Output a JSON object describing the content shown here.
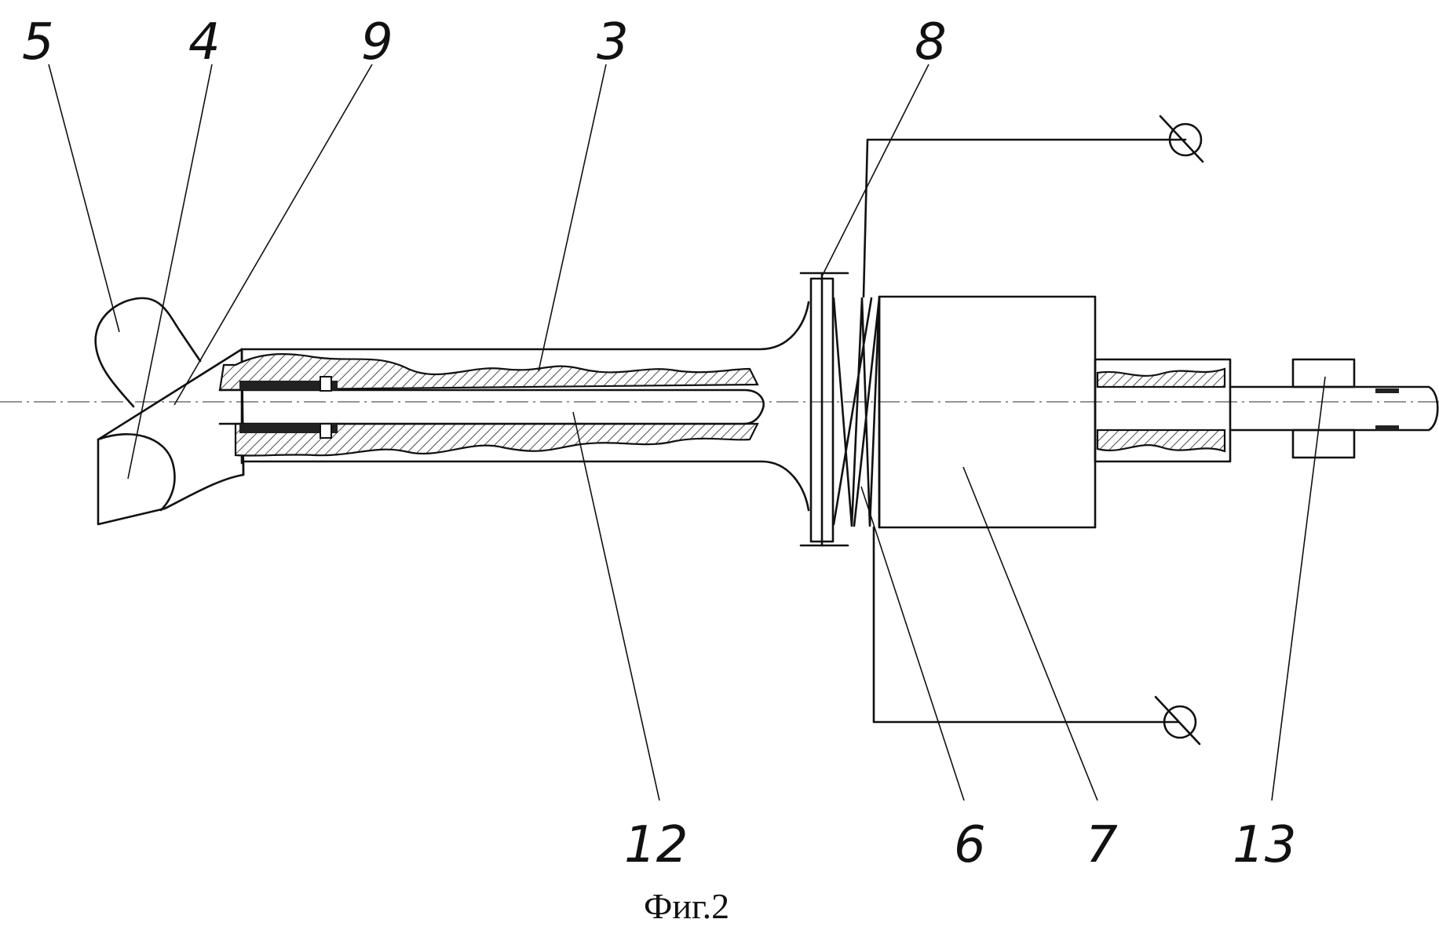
{
  "figure": {
    "caption": "Фиг.2",
    "callouts": [
      {
        "id": "5",
        "label": "5"
      },
      {
        "id": "4",
        "label": "4"
      },
      {
        "id": "9",
        "label": "9"
      },
      {
        "id": "3",
        "label": "3"
      },
      {
        "id": "8",
        "label": "8"
      },
      {
        "id": "12",
        "label": "12"
      },
      {
        "id": "6",
        "label": "6"
      },
      {
        "id": "7",
        "label": "7"
      },
      {
        "id": "13",
        "label": "13"
      }
    ]
  }
}
